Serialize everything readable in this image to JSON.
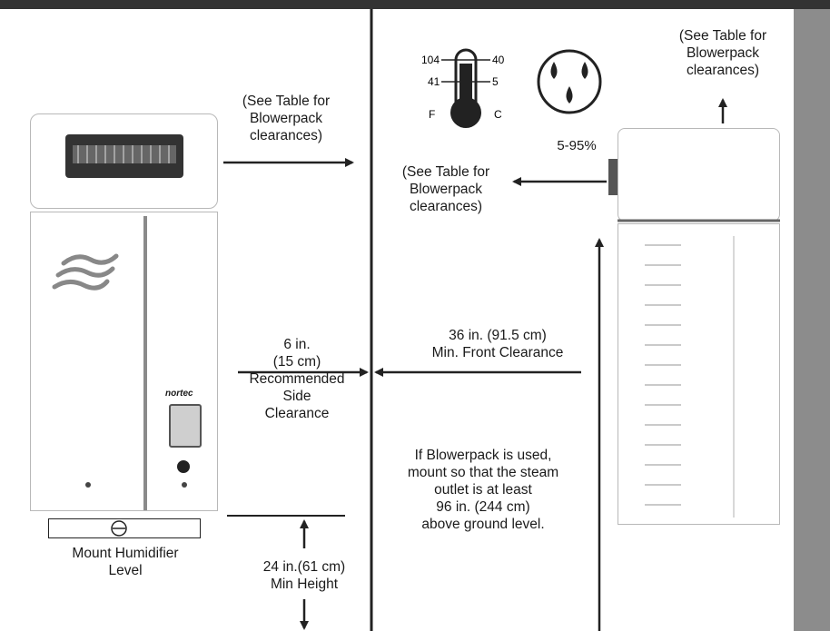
{
  "labels": {
    "see_table_center": "(See Table for\nBlowerpack\nclearances)",
    "see_table_left": "(See Table for\nBlowerpack\nclearances)",
    "see_table_topright": "(See Table for\nBlowerpack\nclearances)",
    "humidity_range": "5-95%",
    "side_clearance": "6 in.\n(15 cm)\nRecommended\nSide\nClearance",
    "front_clearance": "36 in. (91.5 cm)\nMin. Front Clearance",
    "blowerpack_note": "If Blowerpack is used,\nmount so that the steam\noutlet is at least\n96 in. (244 cm)\nabove ground level.",
    "mount_level": "Mount Humidifier\nLevel",
    "min_height": "24 in.(61 cm)\nMin Height",
    "brand": "nortec"
  },
  "thermometer": {
    "f_high": "104",
    "c_high": "40",
    "f_low": "41",
    "c_low": "5",
    "f_unit": "F",
    "c_unit": "C"
  },
  "icons": [
    "thermometer-icon",
    "water-drops-icon",
    "nortec-logo-icon"
  ]
}
